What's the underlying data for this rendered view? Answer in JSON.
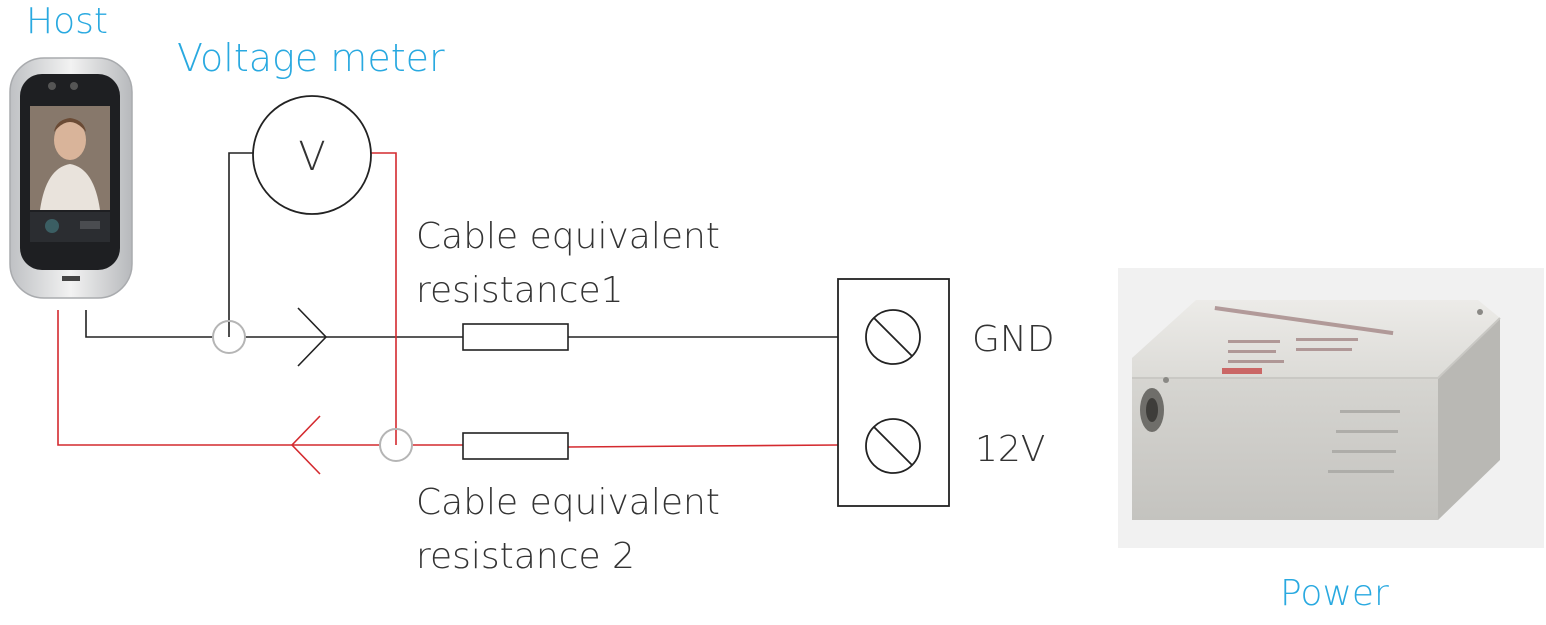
{
  "labels": {
    "host": "Host",
    "voltage_meter": "Voltage meter",
    "meter_symbol": "V",
    "power": "Power",
    "cable1_line1": "Cable equivalent",
    "cable1_line2": "resistance1",
    "cable2_line1": "Cable equivalent",
    "cable2_line2": "resistance 2",
    "gnd": "GND",
    "v12": "12V"
  },
  "colors": {
    "label_blue": "#29a9e0",
    "wire_black": "#222222",
    "wire_red": "#d42a2f",
    "junction_gray": "#b5b5b5"
  }
}
